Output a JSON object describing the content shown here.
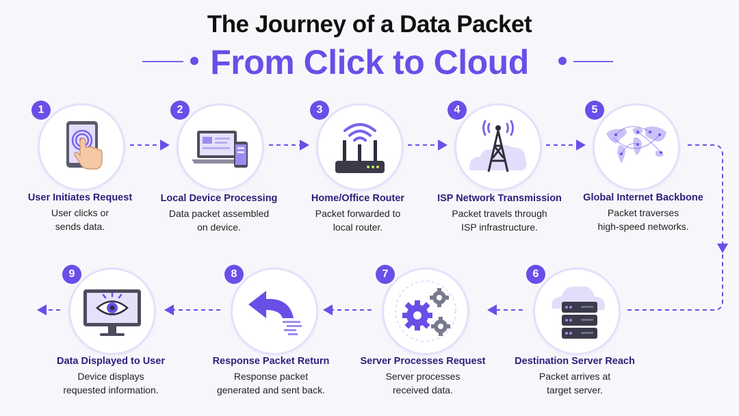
{
  "title": "The Journey of a Data Packet",
  "subtitle": "From Click to Cloud",
  "colors": {
    "accent": "#6a4ee8",
    "title": "#111111",
    "step_title": "#2a1f7a",
    "ring": "#e4e0fa"
  },
  "steps": [
    {
      "num": "1",
      "title": "User Initiates Request",
      "desc": [
        "User clicks or",
        "sends data."
      ],
      "icon": "tablet-tap-icon"
    },
    {
      "num": "2",
      "title": "Local Device Processing",
      "desc": [
        "Data packet assembled",
        "on device."
      ],
      "icon": "laptop-phone-icon"
    },
    {
      "num": "3",
      "title": "Home/Office Router",
      "desc": [
        "Packet forwarded to",
        "local router."
      ],
      "icon": "router-icon"
    },
    {
      "num": "4",
      "title": "ISP Network Transmission",
      "desc": [
        "Packet travels through",
        "ISP infrastructure."
      ],
      "icon": "cell-tower-icon"
    },
    {
      "num": "5",
      "title": "Global Internet Backbone",
      "desc": [
        "Packet traverses",
        "high-speed networks."
      ],
      "icon": "world-map-icon"
    },
    {
      "num": "6",
      "title": "Destination Server Reach",
      "desc": [
        "Packet arrives at",
        "target server."
      ],
      "icon": "cloud-server-icon"
    },
    {
      "num": "7",
      "title": "Server Processes Request",
      "desc": [
        "Server processes",
        "received data."
      ],
      "icon": "gears-icon"
    },
    {
      "num": "8",
      "title": "Response Packet Return",
      "desc": [
        "Response packet",
        "generated and sent back."
      ],
      "icon": "return-arrow-icon"
    },
    {
      "num": "9",
      "title": "Data Displayed to User",
      "desc": [
        "Device displays",
        "requested information."
      ],
      "icon": "monitor-eye-icon"
    }
  ]
}
